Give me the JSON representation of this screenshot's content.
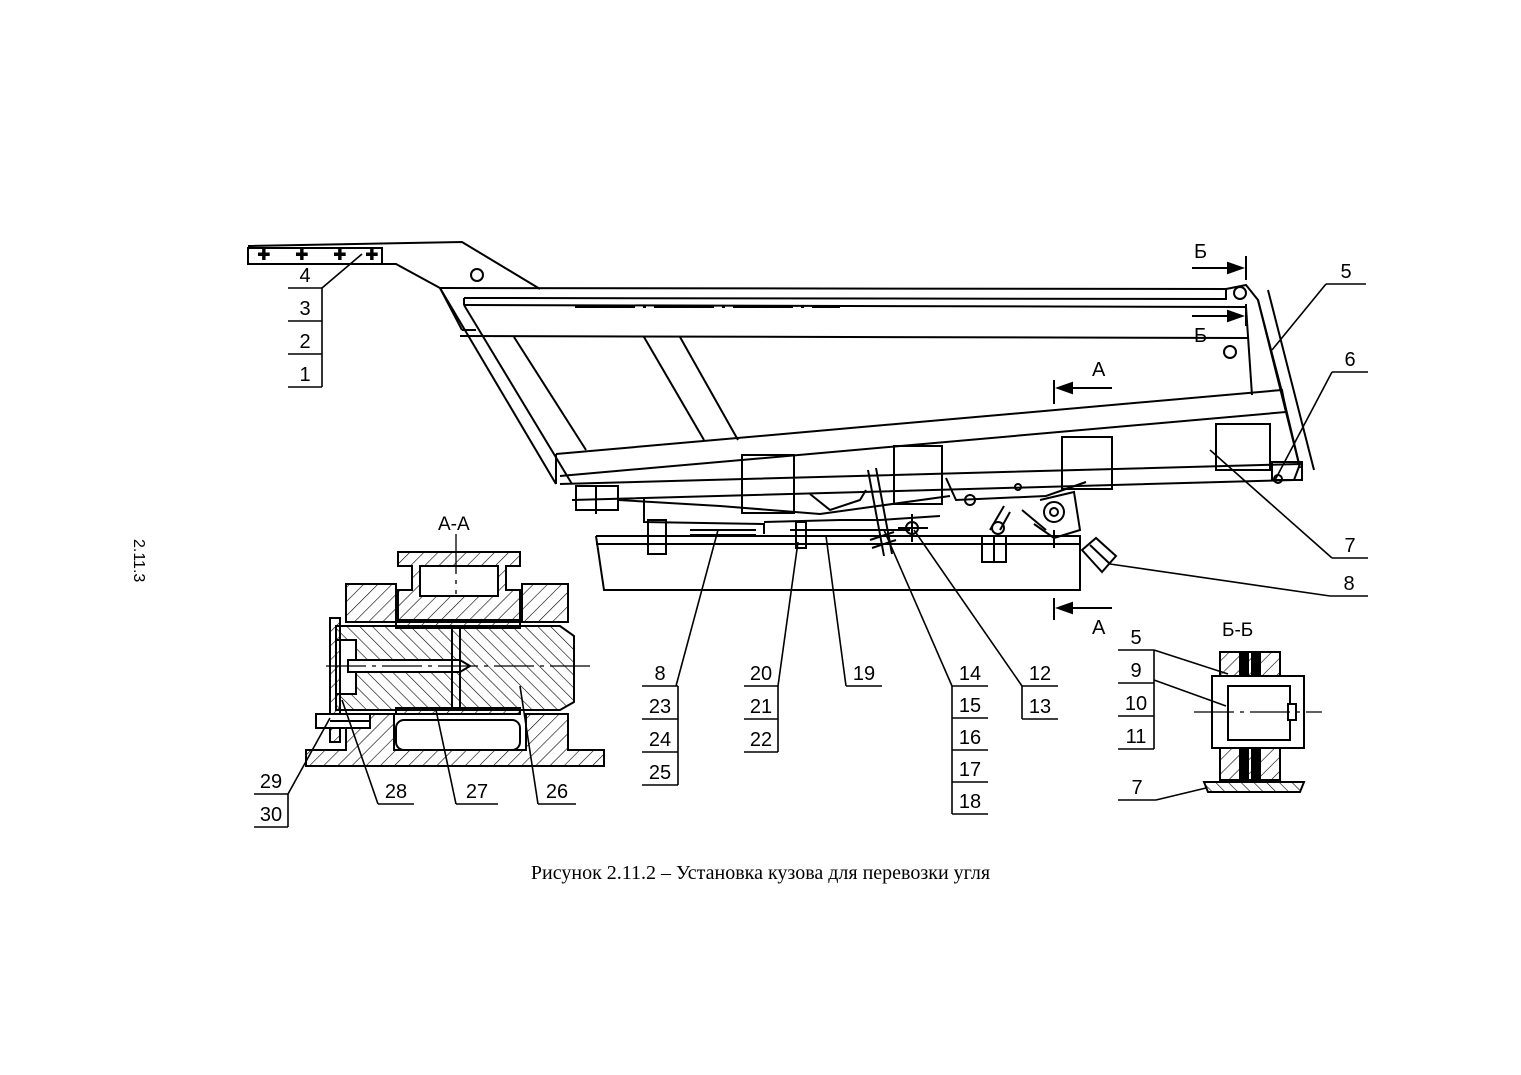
{
  "page_number": "2.11.3",
  "caption": "Рисунок 2.11.2 – Установка кузова для перевозки угля",
  "section_aa_title": "А-А",
  "section_bb_title": "Б-Б",
  "section_marks": {
    "a_upper": "А",
    "a_lower": "А",
    "b_upper": "Б",
    "b_lower": "Б"
  },
  "callouts": {
    "g1": [
      "4",
      "3",
      "2",
      "1"
    ],
    "g5": [
      "5"
    ],
    "g6": [
      "6"
    ],
    "g7": [
      "7"
    ],
    "g8": [
      "8"
    ],
    "g8b": [
      "8",
      "23",
      "24",
      "25"
    ],
    "g20": [
      "20",
      "21",
      "22"
    ],
    "g19": [
      "19"
    ],
    "g14": [
      "14",
      "15",
      "16",
      "17",
      "18"
    ],
    "g12": [
      "12",
      "13"
    ],
    "g29": [
      "29",
      "30"
    ],
    "g28": [
      "28"
    ],
    "g27": [
      "27"
    ],
    "g26": [
      "26"
    ],
    "gbb": [
      "5",
      "9",
      "10",
      "11"
    ],
    "gbb7": [
      "7"
    ]
  }
}
